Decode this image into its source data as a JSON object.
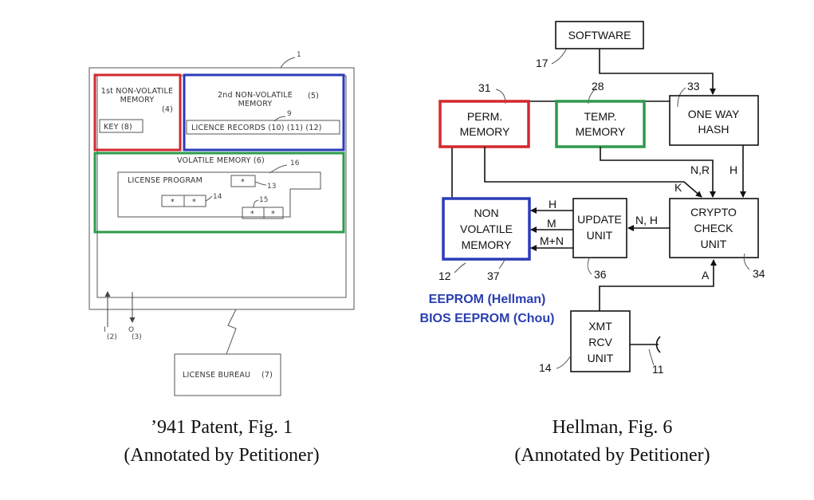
{
  "patent": {
    "ref_1": "1",
    "mem1_line1": "1st NON-VOLATILE",
    "mem1_line2": "MEMORY",
    "mem1_num": "(4)",
    "key": "KEY (8)",
    "mem2_line1": "2nd NON-VOLATILE",
    "mem2_line2": "MEMORY",
    "mem2_num": "(5)",
    "ref_9": "9",
    "records": "LICENCE RECORDS (10) (11) (12)",
    "volatile": "VOLATILE MEMORY (6)",
    "ref_16": "16",
    "license_program": "LICENSE PROGRAM",
    "ref_13": "13",
    "ref_14": "14",
    "ref_15": "15",
    "star": "*",
    "io_in": "I",
    "io_in_num": "(2)",
    "io_out": "O",
    "io_out_num": "(3)",
    "bureau": "LICENSE BUREAU",
    "bureau_num": "(7)",
    "caption_line1": "’941 Patent, Fig. 1",
    "caption_line2": "(Annotated by Petitioner)"
  },
  "hellman": {
    "software": "SOFTWARE",
    "ref_17": "17",
    "ref_31": "31",
    "ref_28": "28",
    "ref_33": "33",
    "perm_line1": "PERM.",
    "perm_line2": "MEMORY",
    "temp_line1": "TEMP.",
    "temp_line2": "MEMORY",
    "hash_line1": "ONE WAY",
    "hash_line2": "HASH",
    "sig_nr": "N,R",
    "sig_h": "H",
    "sig_k": "K",
    "nv_line1": "NON",
    "nv_line2": "VOLATILE",
    "nv_line3": "MEMORY",
    "sig_h2": "H",
    "sig_m": "M",
    "sig_mn": "M+N",
    "update_line1": "UPDATE",
    "update_line2": "UNIT",
    "sig_nh": "N, H",
    "crypto_line1": "CRYPTO",
    "crypto_line2": "CHECK",
    "crypto_line3": "UNIT",
    "ref_12": "12",
    "ref_37": "37",
    "ref_36": "36",
    "ref_34": "34",
    "sig_a": "A",
    "annotation_line1": "EEPROM (Hellman)",
    "annotation_line2": "BIOS EEPROM (Chou)",
    "xmt_line1": "XMT",
    "xmt_line2": "RCV",
    "xmt_line3": "UNIT",
    "ref_14": "14",
    "ref_11": "11",
    "caption_line1": "Hellman, Fig. 6",
    "caption_line2": "(Annotated by Petitioner)"
  },
  "colors": {
    "red": "#d3282f",
    "blue": "#2b3bb8",
    "green": "#2e9a4c",
    "annotation_blue": "#2a3fb0"
  }
}
